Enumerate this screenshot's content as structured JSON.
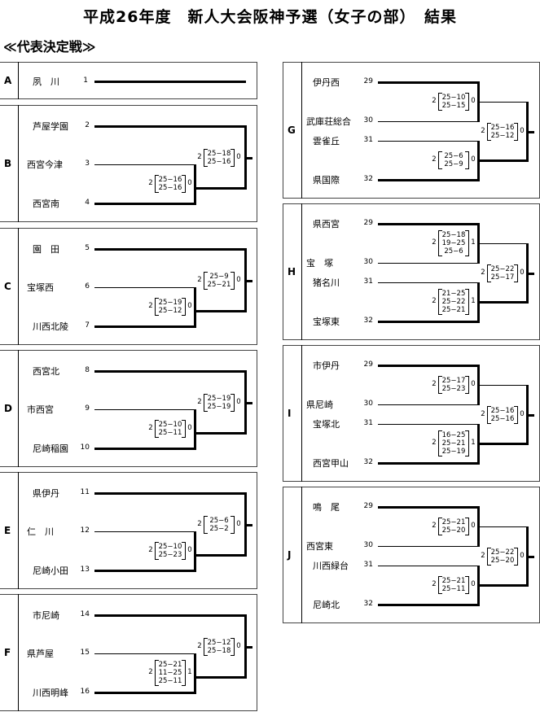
{
  "title": "平成26年度　新人大会阪神予選（女子の部）　結果",
  "section": "≪代表決定戦≫",
  "blocks": [
    {
      "letter": "A",
      "teams": [
        {
          "name": "夙　川",
          "seed": "1"
        }
      ]
    },
    {
      "letter": "B",
      "teams": [
        {
          "name": "芦屋学園",
          "seed": "2"
        },
        {
          "name": "西宮今津",
          "seed": "3"
        },
        {
          "name": "西宮南",
          "seed": "4"
        }
      ],
      "first": {
        "sets": "2",
        "rows": [
          "25−16",
          "25−16"
        ],
        "wins": "0"
      },
      "final": {
        "sets": "2",
        "rows": [
          "25−18",
          "25−16"
        ],
        "wins": "0"
      }
    },
    {
      "letter": "C",
      "teams": [
        {
          "name": "園　田",
          "seed": "5"
        },
        {
          "name": "宝塚西",
          "seed": "6"
        },
        {
          "name": "川西北陵",
          "seed": "7"
        }
      ],
      "first": {
        "sets": "2",
        "rows": [
          "25−19",
          "25−12"
        ],
        "wins": "0"
      },
      "final": {
        "sets": "2",
        "rows": [
          "25−9",
          "25−21"
        ],
        "wins": "0"
      }
    },
    {
      "letter": "D",
      "teams": [
        {
          "name": "西宮北",
          "seed": "8"
        },
        {
          "name": "市西宮",
          "seed": "9"
        },
        {
          "name": "尼崎稲園",
          "seed": "10"
        }
      ],
      "first": {
        "sets": "2",
        "rows": [
          "25−10",
          "25−11"
        ],
        "wins": "0"
      },
      "final": {
        "sets": "2",
        "rows": [
          "25−19",
          "25−19"
        ],
        "wins": "0"
      }
    },
    {
      "letter": "E",
      "teams": [
        {
          "name": "県伊丹",
          "seed": "11"
        },
        {
          "name": "仁　川",
          "seed": "12"
        },
        {
          "name": "尼崎小田",
          "seed": "13"
        }
      ],
      "first": {
        "sets": "2",
        "rows": [
          "25−10",
          "25−23"
        ],
        "wins": "0"
      },
      "final": {
        "sets": "2",
        "rows": [
          "25−6",
          "25−2"
        ],
        "wins": "0"
      }
    },
    {
      "letter": "F",
      "teams": [
        {
          "name": "市尼崎",
          "seed": "14"
        },
        {
          "name": "県芦屋",
          "seed": "15"
        },
        {
          "name": "川西明峰",
          "seed": "16"
        }
      ],
      "first": {
        "sets": "2",
        "rows": [
          "25−21",
          "11−25",
          "25−11"
        ],
        "wins": "1"
      },
      "final": {
        "sets": "2",
        "rows": [
          "25−12",
          "25−18"
        ],
        "wins": "0"
      }
    },
    {
      "letter": "G",
      "teams": [
        {
          "name": "伊丹西",
          "seed": "29"
        },
        {
          "name": "武庫荘総合",
          "seed": "30"
        },
        {
          "name": "雲雀丘",
          "seed": "31"
        },
        {
          "name": "県国際",
          "seed": "32"
        }
      ],
      "top": {
        "sets": "2",
        "rows": [
          "25−10",
          "25−15"
        ],
        "wins": "0"
      },
      "bottom": {
        "sets": "2",
        "rows": [
          "25−6",
          "25−9"
        ],
        "wins": "0"
      },
      "final": {
        "sets": "2",
        "rows": [
          "25−16",
          "25−12"
        ],
        "wins": "0"
      }
    },
    {
      "letter": "H",
      "teams": [
        {
          "name": "県西宮",
          "seed": "29"
        },
        {
          "name": "宝　塚",
          "seed": "30"
        },
        {
          "name": "猪名川",
          "seed": "31"
        },
        {
          "name": "宝塚東",
          "seed": "32"
        }
      ],
      "top": {
        "sets": "2",
        "rows": [
          "25−18",
          "19−25",
          "25−6"
        ],
        "wins": "1"
      },
      "bottom": {
        "sets": "2",
        "rows": [
          "21−25",
          "25−22",
          "25−21"
        ],
        "wins": "1"
      },
      "final": {
        "sets": "2",
        "rows": [
          "25−22",
          "25−17"
        ],
        "wins": "0"
      }
    },
    {
      "letter": "I",
      "teams": [
        {
          "name": "市伊丹",
          "seed": "29"
        },
        {
          "name": "県尼崎",
          "seed": "30"
        },
        {
          "name": "宝塚北",
          "seed": "31"
        },
        {
          "name": "西宮甲山",
          "seed": "32"
        }
      ],
      "top": {
        "sets": "2",
        "rows": [
          "25−17",
          "25−23"
        ],
        "wins": "0"
      },
      "bottom": {
        "sets": "2",
        "rows": [
          "16−25",
          "25−21",
          "25−19"
        ],
        "wins": "1"
      },
      "final": {
        "sets": "2",
        "rows": [
          "25−16",
          "25−16"
        ],
        "wins": "0"
      }
    },
    {
      "letter": "J",
      "teams": [
        {
          "name": "鳴　尾",
          "seed": "29"
        },
        {
          "name": "西宮東",
          "seed": "30"
        },
        {
          "name": "川西緑台",
          "seed": "31"
        },
        {
          "name": "尼崎北",
          "seed": "32"
        }
      ],
      "top": {
        "sets": "2",
        "rows": [
          "25−21",
          "25−20"
        ],
        "wins": "0"
      },
      "bottom": {
        "sets": "2",
        "rows": [
          "25−21",
          "25−11"
        ],
        "wins": "0"
      },
      "final": {
        "sets": "2",
        "rows": [
          "25−22",
          "25−20"
        ],
        "wins": "0"
      }
    }
  ]
}
